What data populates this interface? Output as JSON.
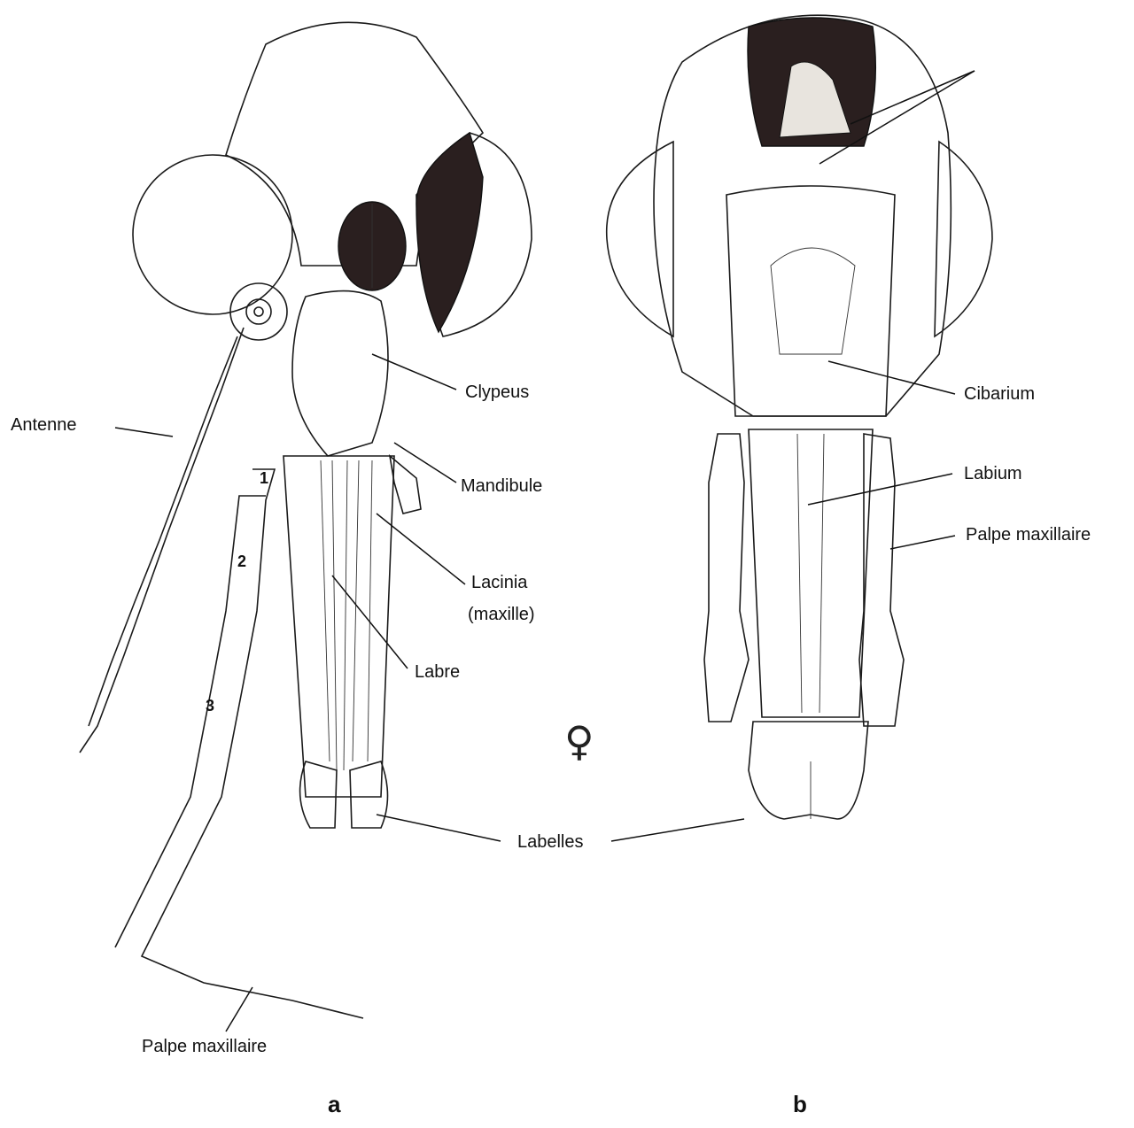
{
  "figure": {
    "panels": [
      {
        "id": "a",
        "letter": "a",
        "labels": [
          {
            "key": "antenne",
            "text": "Antenne"
          },
          {
            "key": "clypeus",
            "text": "Clypeus"
          },
          {
            "key": "mandibule",
            "text": "Mandibule"
          },
          {
            "key": "lacinia",
            "text": "Lacinia"
          },
          {
            "key": "maxille",
            "text": "(maxille)"
          },
          {
            "key": "labre",
            "text": "Labre"
          },
          {
            "key": "palpe",
            "text": "Palpe maxillaire"
          }
        ],
        "palp_segment_numbers": [
          "1",
          "2",
          "3"
        ]
      },
      {
        "id": "b",
        "letter": "b",
        "labels": [
          {
            "key": "cibarium",
            "text": "Cibarium"
          },
          {
            "key": "labium",
            "text": "Labium"
          },
          {
            "key": "palpe",
            "text": "Palpe maxillaire"
          }
        ]
      }
    ],
    "shared_label": "Labelles",
    "sex_symbol": "♀"
  }
}
